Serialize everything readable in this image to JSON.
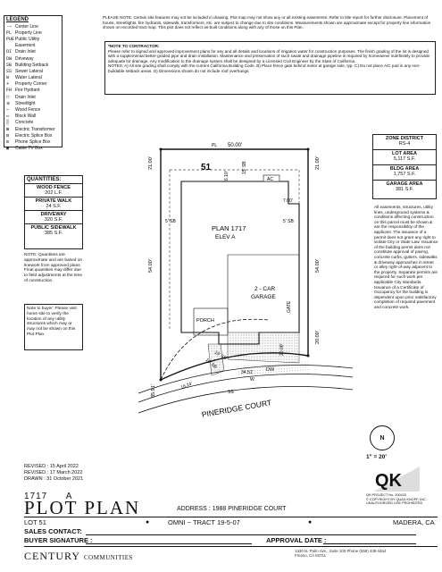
{
  "legend": {
    "title": "LEGEND",
    "items": [
      {
        "sym": "·—",
        "label": "Center Line"
      },
      {
        "sym": "PL",
        "label": "Property Line"
      },
      {
        "sym": "PUE",
        "label": "Public Utility"
      },
      {
        "sym": "",
        "label": "Easement"
      },
      {
        "sym": "DI",
        "label": "Drain Inlet"
      },
      {
        "sym": "DW",
        "label": "Driveway"
      },
      {
        "sym": "SB",
        "label": "Building Setback"
      },
      {
        "sym": "SS",
        "label": "Sewer Lateral"
      },
      {
        "sym": "W",
        "label": "Water Lateral"
      },
      {
        "sym": "+",
        "label": "Property Corner"
      },
      {
        "sym": "FH",
        "label": "Fire Hydrant"
      },
      {
        "sym": "□",
        "label": "Drain Inlet"
      },
      {
        "sym": "※",
        "label": "Streetlight"
      },
      {
        "sym": "—",
        "label": "Wood Fence"
      },
      {
        "sym": "▭",
        "label": "Block Wall"
      },
      {
        "sym": "▒",
        "label": "Concrete"
      },
      {
        "sym": "⊠",
        "label": "Electric Transformer"
      },
      {
        "sym": "⊟",
        "label": "Electric Splice Box"
      },
      {
        "sym": "⊡",
        "label": "Phone Splice Box"
      },
      {
        "sym": "▣",
        "label": "Cable TV Box"
      }
    ]
  },
  "notice": {
    "text": "PLEASE NOTE: Certain site features may not be included in drawing. Plot map may not show any or all existing easements. Refer to title report for further disclosure. Placement of house, streetlights, fire hydrants, sidewalk, transformers, etc. are subject to change due to site conditions. Measurements shown are approximate except for property line information shown on recorded tract map. This plot does not reflect as-built conditions along with any of those on this Plan."
  },
  "contractor_note": {
    "title": "*NOTE TO CONTRACTOR:",
    "text": "Please refer to signed and approved improvement plans for any and all details and locations of irrigation water for construction purposes. The finish grading of the lot is designed with a supplemental better-graded pipe and drain installation. Maintenance and preservation of such swale and drainage pipeline is required by homeowner indefinitely to provide adequate lot drainage. Any modification to the drainage system shall be designed by a Licensed Civil Engineer by the State of California.",
    "notes": "NOTES: A) All site grading shall comply with the current California Building Code. B) Place fence gate behind meter at garage side, typ. C) Do not place A/C pad in any non-buildable setback areas. D) Dimensions shown do not include roof overhangs."
  },
  "quantities": {
    "title": "QUANTITIES:",
    "rows": [
      {
        "label": "WOOD FENCE",
        "value": "202 L.F."
      },
      {
        "label": "PRIVATE WALK",
        "value": "24 S.F."
      },
      {
        "label": "DRIVEWAY",
        "value": "320 S.F."
      },
      {
        "label": "PUBLIC SIDEWALK",
        "value": "385 S.F."
      }
    ],
    "note": "NOTE: Quantities are approximate and are based on linework from approved plans. Final quantities may differ due to field adjustments at the time of construction."
  },
  "buyer_note": "Note to buyer: Please visit home site to verify the location of any utility structures which may or may not be shown on this Plot Plan.",
  "zoning": [
    {
      "label": "ZONE DISTRICT",
      "value": "RS-4"
    },
    {
      "label": "LOT AREA",
      "value": "5,117 S.F."
    },
    {
      "label": "BLDG AREA",
      "value": "1,757 S.F."
    },
    {
      "label": "GARAGE AREA",
      "value": "381 S.F."
    }
  ],
  "easement_note": "All easements, structures, utility lines, underground systems & conditions affecting construction on this parcel must be shown & are the responsibility of the applicant. The issuance of a permit does not grant any right to violate City or State Law. Issuance of the building permit does not constitute approval of paving, concrete curbs, gutters, sidewalks & driveway approaches in street or alley right-of-way adjacent to the property. Separate permits are required for such work per applicable City standards. Issuance of a Certificate of Occupancy for the building is dependent upon prior satisfactory completion of required pavement and concrete work.",
  "plan": {
    "lot_number": "51",
    "plan_label": "PLAN 1717",
    "elevation": "ELEV A",
    "garage_label_1": "2 - CAR",
    "garage_label_2": "GARAGE",
    "porch": "PORCH",
    "ac": "AC",
    "street": "PINERIDGE COURT",
    "pl": "PL",
    "dw": "DW",
    "ss": "SS",
    "w": "W",
    "gate": "GATE",
    "dims": {
      "top_width": "50.00'",
      "rear_left": "21.00'",
      "rear_right": "21.00'",
      "left_side": "54.00'",
      "right_side": "54.00'",
      "front_left": "35.91'",
      "front_right": "20.00'",
      "setback_rear": "15' SB",
      "setback_front": "15' SB",
      "setback_left": "5' SB",
      "setback_right": "5' SB",
      "rear_yard": "6.10'",
      "side_right": "7.00'",
      "garage_depth": "20.00'",
      "front_porch": "10' SB",
      "curb_arc": "34.51'",
      "curb_left": "16.24'"
    }
  },
  "scale": "1\" = 20'",
  "north": "N",
  "revisions": [
    "REVISED : 15 April 2022",
    "REVISED : 17 March 2022",
    "DRAWN : 31 October 2021"
  ],
  "title": {
    "plan_no": "1717",
    "elev": "A",
    "big": "PLOT PLAN",
    "address_label": "ADDRESS :",
    "address": "1988 PINERIDGE COURT"
  },
  "logo": {
    "mark": "QK",
    "project": "QK PROJECT No. 200433",
    "copyright": "© COPYRIGHT BY QUAD KNOPF, INC.",
    "unauthorized": "UNAUTHORIZED USE PROHIBITED"
  },
  "bottom": {
    "lot": "LOT 51",
    "tract": "OMNI ~ TRACT 19-5-07",
    "city": "MADERA, CA",
    "sales": "SALES CONTACT:",
    "buyer": "BUYER SIGNATURE :",
    "approval": "APPROVAL DATE :",
    "brand": "CENTURY",
    "brand2": "COMMUNITIES",
    "office": "1330 N. Palm Ave., Suite 105  Phone (559) 439-4464",
    "office2": "Fresno, CA 93711"
  }
}
